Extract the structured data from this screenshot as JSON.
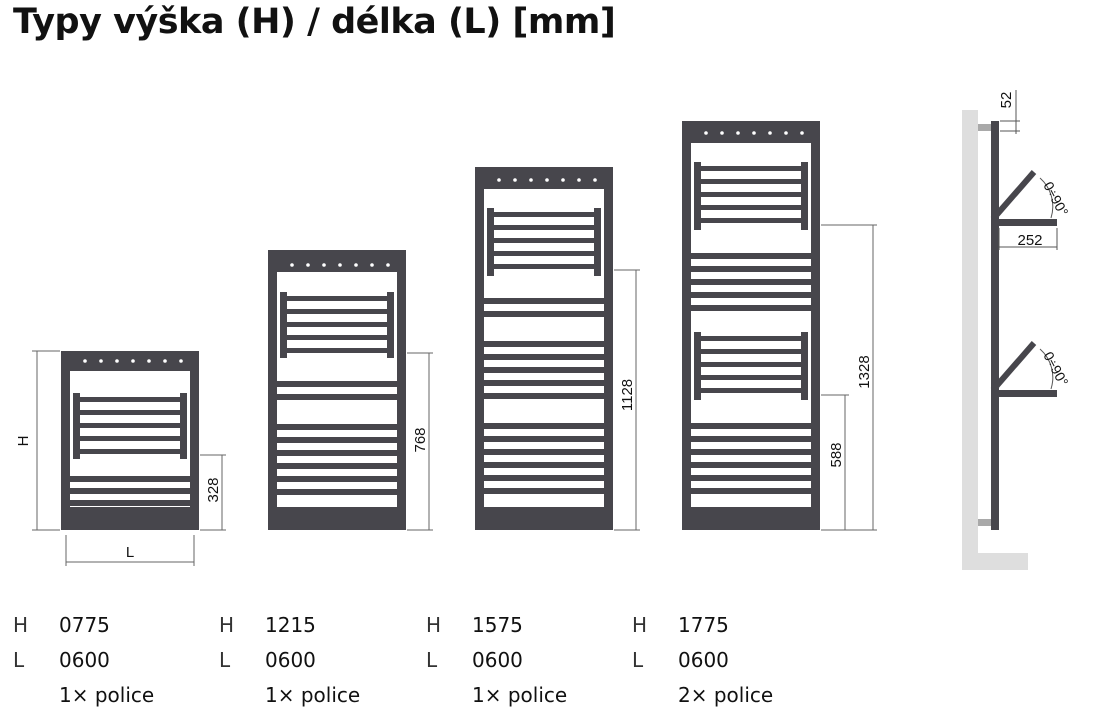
{
  "title": "Typy výška (H) / délka (L) [mm]",
  "colors": {
    "radiator": "#47464c",
    "radiator_light": "#ffffff",
    "wall": "#dedede",
    "dimension_line": "#555555",
    "text": "#111111"
  },
  "dimension_labels": {
    "height_symbol": "H",
    "length_symbol": "L",
    "shelf_height_1": "328",
    "shelf_height_2": "768",
    "shelf_height_3": "1128",
    "shelf_height_4a": "588",
    "shelf_height_4b": "1328",
    "side_top_offset": "52",
    "shelf_depth": "252",
    "shelf_angle": "0÷90°"
  },
  "models": [
    {
      "height_key": "H",
      "height": "0775",
      "length_key": "L",
      "length": "0600",
      "shelves": "1× police"
    },
    {
      "height_key": "H",
      "height": "1215",
      "length_key": "L",
      "length": "0600",
      "shelves": "1× police"
    },
    {
      "height_key": "H",
      "height": "1575",
      "length_key": "L",
      "length": "0600",
      "shelves": "1× police"
    },
    {
      "height_key": "H",
      "height": "1775",
      "length_key": "L",
      "length": "0600",
      "shelves": "2× police"
    }
  ]
}
